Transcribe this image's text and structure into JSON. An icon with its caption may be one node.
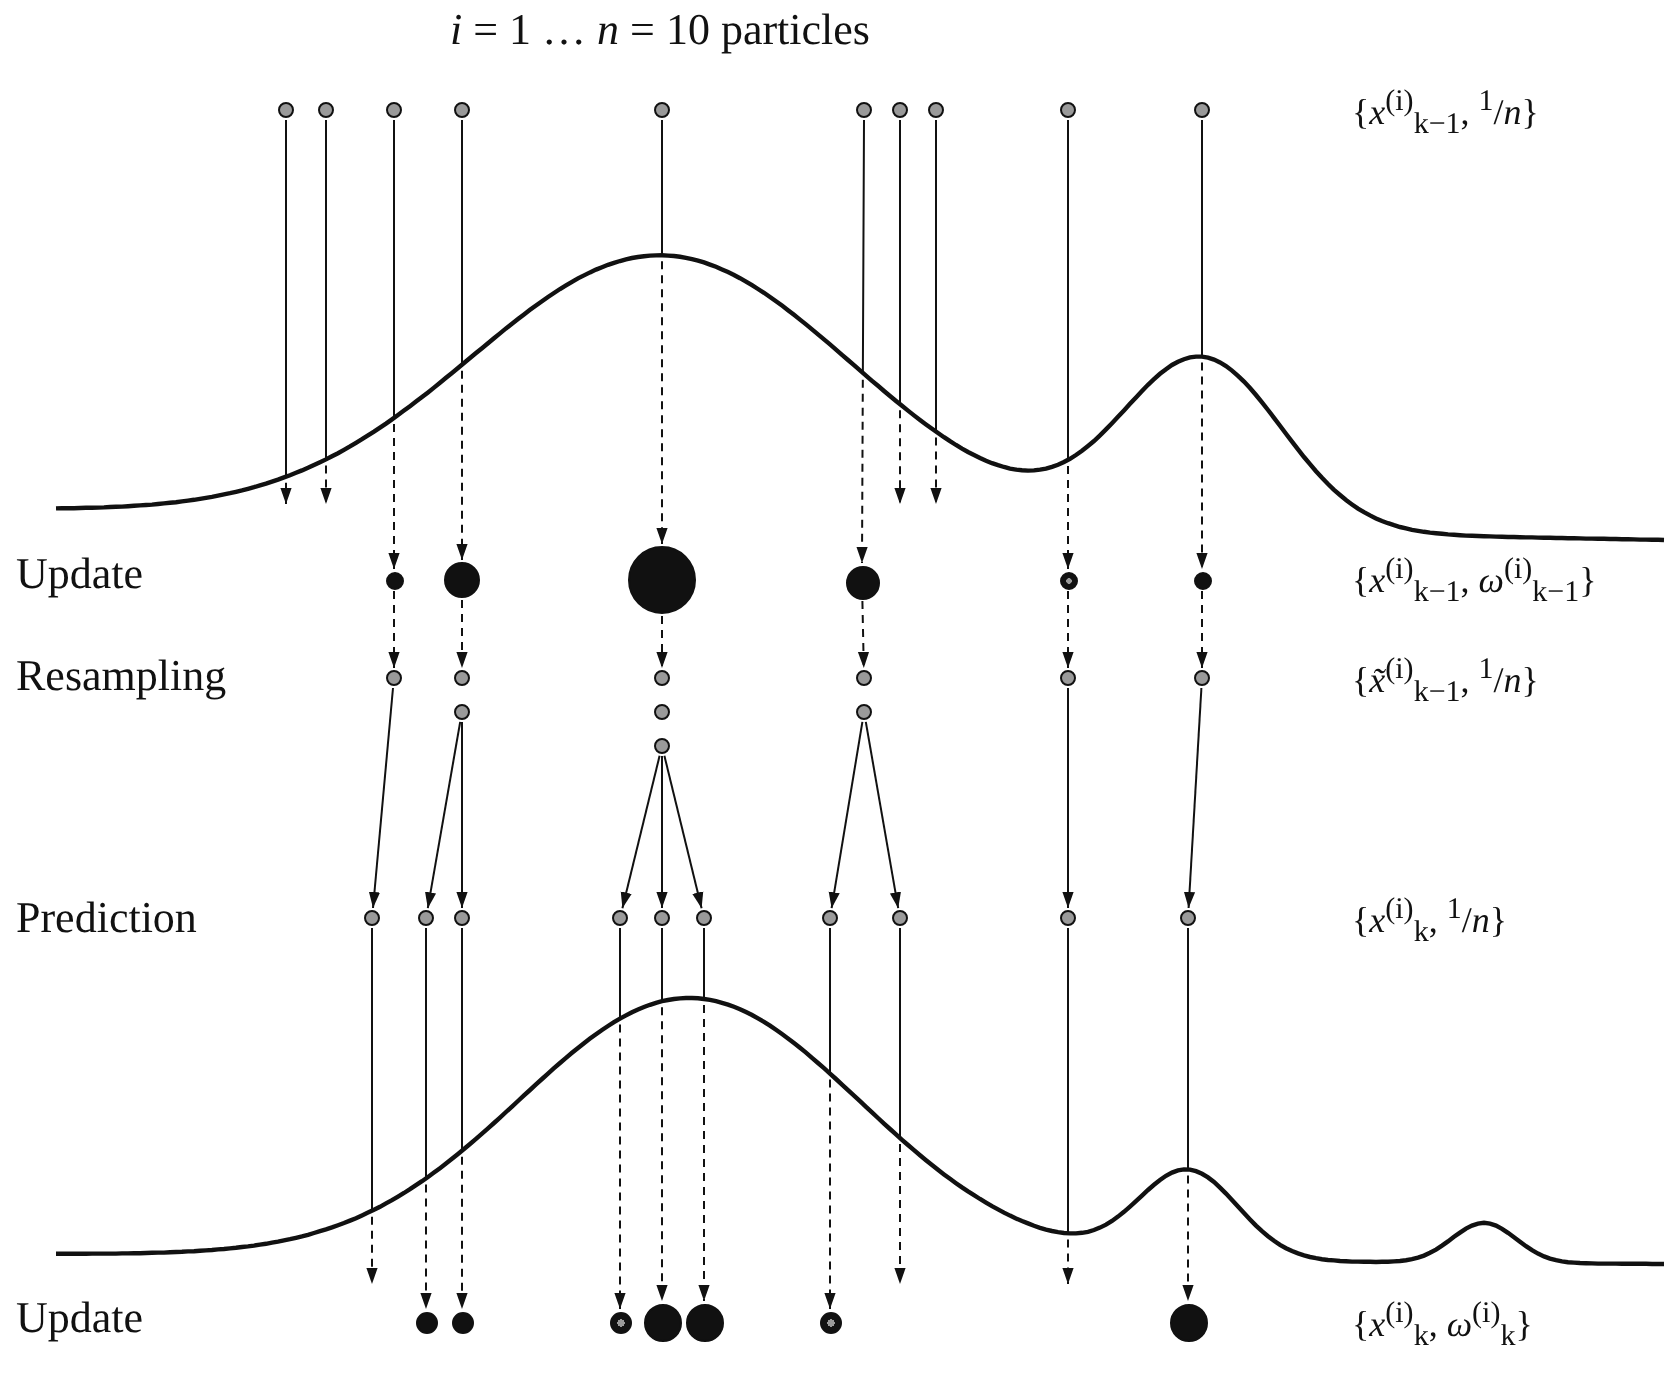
{
  "diagram": {
    "title": "*i* = 1 … *n* = 10 particles",
    "nodes": [
      {
        "text": [],
        "shape": "circle"
      },
      {
        "text": [],
        "shape": "circle"
      },
      {
        "text": [],
        "shape": "circle"
      },
      {
        "text": [],
        "shape": "circle"
      },
      {
        "text": [],
        "shape": "circle"
      },
      {
        "text": [],
        "shape": "circle"
      },
      {
        "text": [],
        "shape": "circle"
      },
      {
        "text": [],
        "shape": "circle"
      },
      {
        "text": [],
        "shape": "circle"
      },
      {
        "text": [],
        "shape": "circle"
      },
      {
        "text": [],
        "shape": "circle"
      },
      {
        "text": [],
        "shape": "circle"
      },
      {
        "text": [],
        "shape": "circle"
      },
      {
        "text": [],
        "shape": "circle"
      },
      {
        "text": [],
        "shape": "circle"
      },
      {
        "text": [],
        "shape": "circle"
      },
      {
        "text": [],
        "shape": "circle"
      },
      {
        "text": [],
        "shape": "circle"
      },
      {
        "text": [],
        "shape": "circle"
      },
      {
        "text": [],
        "shape": "circle"
      },
      {
        "text": [],
        "shape": "circle"
      },
      {
        "text": [],
        "shape": "circle"
      },
      {
        "text": [],
        "shape": "circle"
      },
      {
        "text": [],
        "shape": "circle"
      },
      {
        "text": [],
        "shape": "circle"
      },
      {
        "text": [],
        "shape": "circle"
      },
      {
        "text": [],
        "shape": "circle"
      },
      {
        "text": [],
        "shape": "circle"
      },
      {
        "text": [],
        "shape": "circle"
      },
      {
        "text": [],
        "shape": "circle"
      },
      {
        "text": [],
        "shape": "circle"
      },
      {
        "text": [],
        "shape": "circle"
      },
      {
        "text": [],
        "shape": "circle"
      },
      {
        "text": [],
        "shape": "circle"
      },
      {
        "text": [],
        "shape": "circle"
      },
      {
        "text": [],
        "shape": "circle"
      },
      {
        "text": [],
        "shape": "circle"
      },
      {
        "text": [],
        "shape": "circle"
      },
      {
        "text": [],
        "shape": "circle"
      },
      {
        "text": [],
        "shape": "circle"
      },
      {
        "text": [],
        "shape": "circle"
      },
      {
        "text": [],
        "shape": "circle"
      },
      {
        "text": [],
        "shape": "circle"
      }
    ],
    "edges": [
      {
        "from": 0,
        "to": null,
        "arrow": "to",
        "style": "dashed"
      },
      {
        "from": 1,
        "to": null,
        "arrow": "to",
        "style": "dashed"
      },
      {
        "from": 2,
        "to": 10,
        "arrow": "to",
        "style": "dashed"
      },
      {
        "from": 3,
        "to": 11,
        "arrow": "to",
        "style": "dashed"
      },
      {
        "from": 4,
        "to": 12,
        "arrow": "to",
        "style": "dashed"
      },
      {
        "from": 5,
        "to": 13,
        "arrow": "to",
        "style": "dashed"
      },
      {
        "from": 6,
        "to": null,
        "arrow": "to",
        "style": "dashed"
      },
      {
        "from": 7,
        "to": null,
        "arrow": "to",
        "style": "dashed"
      },
      {
        "from": 8,
        "to": 14,
        "arrow": "to",
        "style": "dashed"
      },
      {
        "from": 9,
        "to": 15,
        "arrow": "to",
        "style": "dashed"
      },
      {
        "from": 10,
        "to": 16,
        "arrow": "to",
        "style": "dashed"
      },
      {
        "from": 11,
        "to": 17,
        "arrow": "to",
        "style": "dashed"
      },
      {
        "from": 12,
        "to": 18,
        "arrow": "to",
        "style": "dashed"
      },
      {
        "from": 13,
        "to": 19,
        "arrow": "to",
        "style": "dashed"
      },
      {
        "from": 14,
        "to": 20,
        "arrow": "to",
        "style": "dashed"
      },
      {
        "from": 15,
        "to": 21,
        "arrow": "to",
        "style": "dashed"
      },
      {
        "from": 16,
        "to": 26,
        "arrow": "to"
      },
      {
        "from": 22,
        "to": 27,
        "arrow": "to"
      },
      {
        "from": 22,
        "to": 28,
        "arrow": "to"
      },
      {
        "from": 25,
        "to": 29,
        "arrow": "to"
      },
      {
        "from": 25,
        "to": 30,
        "arrow": "to"
      },
      {
        "from": 25,
        "to": 31,
        "arrow": "to"
      },
      {
        "from": 24,
        "to": 32,
        "arrow": "to"
      },
      {
        "from": 24,
        "to": 33,
        "arrow": "to"
      },
      {
        "from": 20,
        "to": 34,
        "arrow": "to"
      },
      {
        "from": 21,
        "to": 35,
        "arrow": "to"
      },
      {
        "from": 26,
        "to": null,
        "arrow": "to",
        "style": "dashed"
      },
      {
        "from": 27,
        "to": 36,
        "arrow": "to",
        "style": "dashed"
      },
      {
        "from": 28,
        "to": 37,
        "arrow": "to",
        "style": "dashed"
      },
      {
        "from": 29,
        "to": 38,
        "arrow": "to",
        "style": "dashed"
      },
      {
        "from": 30,
        "to": 39,
        "arrow": "to",
        "style": "dashed"
      },
      {
        "from": 31,
        "to": 40,
        "arrow": "to",
        "style": "dashed"
      },
      {
        "from": 32,
        "to": 41,
        "arrow": "to",
        "style": "dashed"
      },
      {
        "from": 33,
        "to": null,
        "arrow": "to",
        "style": "dashed"
      },
      {
        "from": 34,
        "to": null,
        "arrow": "to",
        "style": "dashed"
      },
      {
        "from": 35,
        "to": 42,
        "arrow": "to",
        "style": "dashed"
      }
    ],
    "labels": [
      "{*x*$^{(i)}$$_{k−1}$, $^{1}$/*n*}",
      "Update",
      "{*x*$^{(i)}$$_{k−1}$, *ω*$^{(i)}$$_{k−1}$}",
      "Resampling",
      "{*x̃*$^{(i)}$$_{k−1}$, $^{1}$/*n*}",
      "Prediction",
      "{*x*$^{(i)}$$_{k}$, $^{1}$/*n*}",
      "Update",
      "{*x*$^{(i)}$$_{k}$, *ω*$^{(i)}$$_{k}$}"
    ]
  }
}
